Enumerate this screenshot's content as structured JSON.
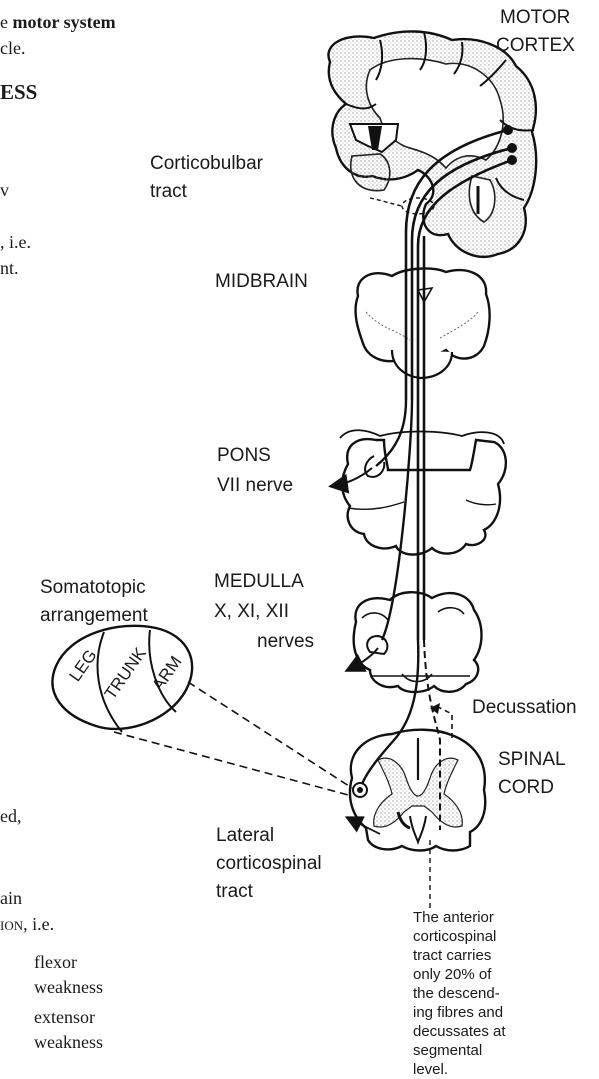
{
  "left_text": {
    "line1_pre": "e ",
    "line1_bold": "motor system",
    "line2": "cle.",
    "heading": "ESS",
    "line4": "v",
    "line5": ", i.e.",
    "line6": "nt.",
    "line7": "ed,",
    "line8": "ain",
    "line9_sc": "ion",
    "line9_post": ", i.e.",
    "flexor": "flexor",
    "flexor_weakness": "weakness",
    "extensor": "extensor",
    "extensor_weakness": "weakness"
  },
  "labels": {
    "motor": "MOTOR",
    "cortex": "CORTEX",
    "corticobulbar_1": "Corticobulbar",
    "corticobulbar_2": "tract",
    "midbrain": "MIDBRAIN",
    "pons": "PONS",
    "vii_nerve": "VII nerve",
    "somatotopic_1": "Somatotopic",
    "somatotopic_2": "arrangement",
    "medulla": "MEDULLA",
    "medulla_nerves": "X, XI, XII",
    "nerves": "nerves",
    "decussation": "Decussation",
    "spinal": "SPINAL",
    "cord": "CORD",
    "lateral_1": "Lateral",
    "lateral_2": "corticospinal",
    "lateral_3": "tract",
    "leg": "LEG",
    "trunk": "TRUNK",
    "arm": "ARM"
  },
  "note": {
    "lines": [
      "The anterior",
      "corticospinal",
      "tract carries",
      "only 20% of",
      "the descend-",
      "ing fibres and",
      "decussates at",
      "segmental",
      "level."
    ]
  }
}
